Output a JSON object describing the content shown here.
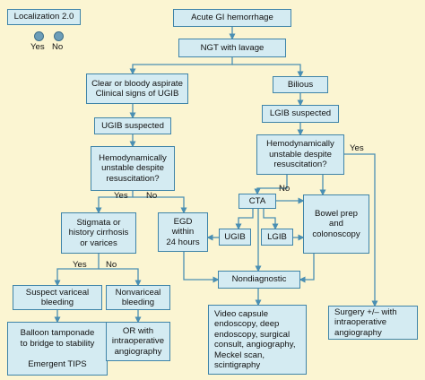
{
  "legend": {
    "title": "Localization 2.0",
    "yes": "Yes",
    "no": "No"
  },
  "colors": {
    "background": "#fbf5d2",
    "box_fill": "#d4ebf2",
    "box_border": "#3f84a8",
    "arrow": "#4a8fb3"
  },
  "nodes": {
    "acute_gi": "Acute GI hemorrhage",
    "ngt": "NGT with lavage",
    "clear_bloody": "Clear or bloody aspirate\nClinical signs of UGIB",
    "bilious": "Bilious",
    "ugib_suspected": "UGIB suspected",
    "lgib_suspected": "LGIB suspected",
    "hemo_upper": "Hemodynamically\nunstable despite\nresuscitation?",
    "hemo_lower": "Hemodynamically\nunstable despite\nresuscitation?",
    "stigmata": "Stigmata or\nhistory cirrhosis\nor varices",
    "egd": "EGD\nwithin\n24 hours",
    "cta": "CTA",
    "bowel_prep": "Bowel prep\nand\ncolonoscopy",
    "ugib": "UGIB",
    "lgib": "LGIB",
    "nondiagnostic": "Nondiagnostic",
    "suspect_variceal": "Suspect variceal\nbleeding",
    "nonvariceal": "Nonvariceal\nbleeding",
    "balloon": "Balloon tamponade\nto bridge to stability\n\nEmergent TIPS",
    "or_intraop": "OR with\nintraoperative\nangiography",
    "video_capsule": "Video capsule\nendoscopy, deep\nendoscopy, surgical\nconsult, angiography,\nMeckel scan,\nscintigraphy",
    "surgery": "Surgery +/– with\nintraoperative\nangiography"
  },
  "edge_labels": {
    "upper_yes": "Yes",
    "upper_no": "No",
    "lower_yes": "Yes",
    "lower_no": "No",
    "stig_yes": "Yes",
    "stig_no": "No"
  }
}
